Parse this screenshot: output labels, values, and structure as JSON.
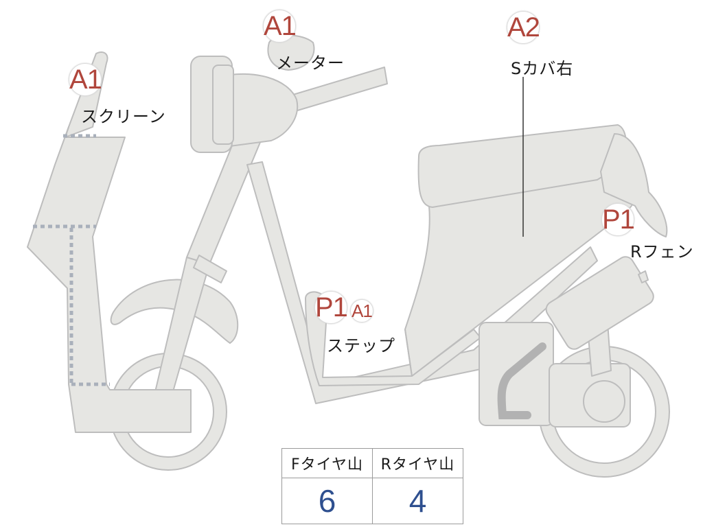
{
  "parts": [
    {
      "id": "screen",
      "grade": "A1",
      "label": "スクリーン"
    },
    {
      "id": "meter",
      "grade": "A1",
      "label": "メーター"
    },
    {
      "id": "side-cover-right",
      "grade": "A2",
      "label": "Sカバ右"
    },
    {
      "id": "rear-fender",
      "grade": "P1",
      "label": "Rフェン"
    },
    {
      "id": "step",
      "grade": "P1",
      "grade2": "A1",
      "label": "ステップ"
    }
  ],
  "tire_table": {
    "headers": [
      "Fタイヤ山",
      "Rタイヤ山"
    ],
    "values": [
      "6",
      "4"
    ]
  },
  "colors": {
    "body_fill": "#e6e6e3",
    "outline": "#bdbdbd",
    "grade_text": "#b0463c",
    "value_text": "#2e4f8f",
    "dashed_lines": "#a9b0bb"
  }
}
